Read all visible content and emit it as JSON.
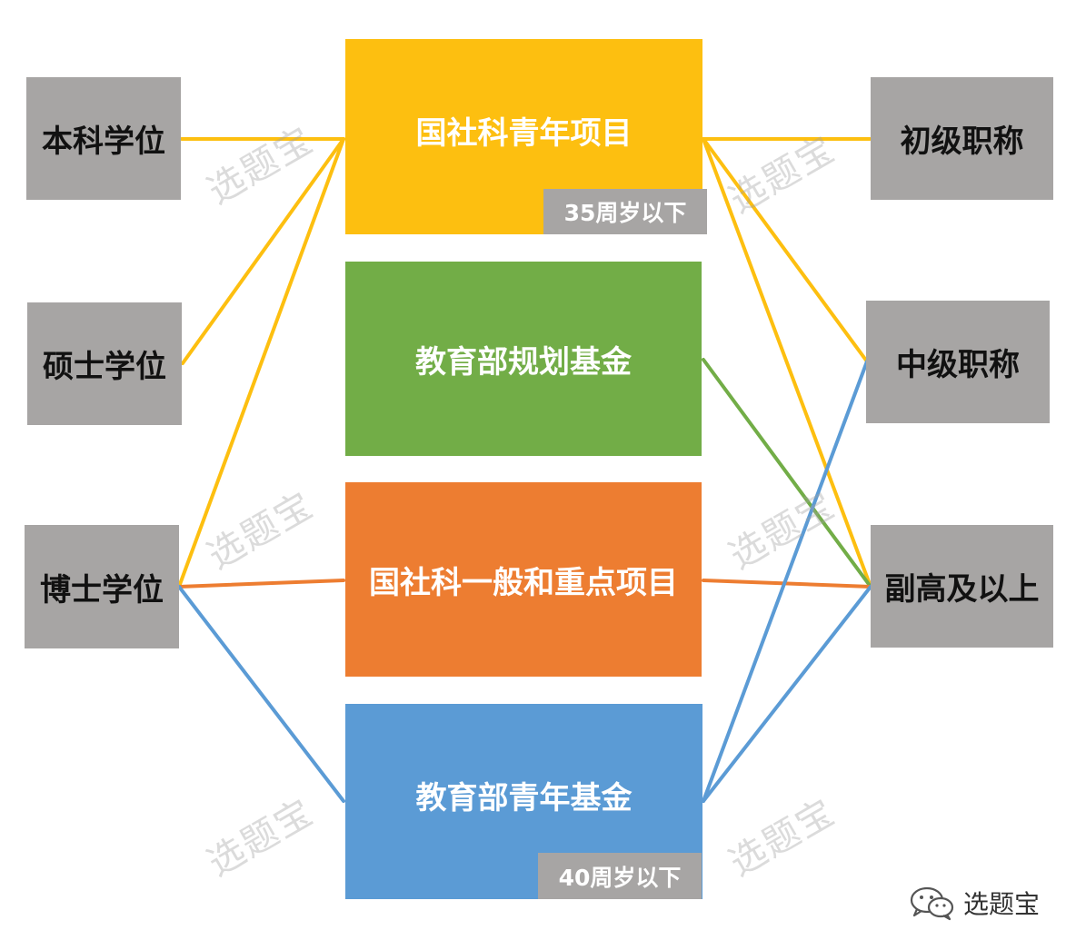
{
  "left": {
    "bachelor": "本科学位",
    "master": "硕士学位",
    "doctor": "博士学位"
  },
  "center": {
    "youth_nssf": {
      "label": "国社科青年项目",
      "tag": "35周岁以下",
      "color": "#fdbf10"
    },
    "moe_plan": {
      "label": "教育部规划基金",
      "color": "#72ad47"
    },
    "nssf_general": {
      "label": "国社科一般和重点项目",
      "color": "#ed7d31"
    },
    "moe_youth": {
      "label": "教育部青年基金",
      "tag": "40周岁以下",
      "color": "#5b9bd5"
    }
  },
  "right": {
    "junior": "初级职称",
    "middle": "中级职称",
    "senior": "副高及以上"
  },
  "watermark": "选题宝",
  "brand": {
    "label": "选题宝",
    "icon": "wechat-icon"
  },
  "links": [
    {
      "from": "bachelor",
      "to": "youth_nssf",
      "color": "#fdbf10"
    },
    {
      "from": "master",
      "to": "youth_nssf",
      "color": "#fdbf10"
    },
    {
      "from": "doctor",
      "to": "youth_nssf",
      "color": "#fdbf10"
    },
    {
      "from": "doctor",
      "to": "nssf_general",
      "color": "#ed7d31"
    },
    {
      "from": "doctor",
      "to": "moe_youth",
      "color": "#5b9bd5"
    },
    {
      "from": "youth_nssf",
      "to": "junior",
      "color": "#fdbf10"
    },
    {
      "from": "youth_nssf",
      "to": "middle",
      "color": "#fdbf10"
    },
    {
      "from": "youth_nssf",
      "to": "senior",
      "color": "#fdbf10"
    },
    {
      "from": "moe_plan",
      "to": "senior",
      "color": "#72ad47"
    },
    {
      "from": "nssf_general",
      "to": "senior",
      "color": "#ed7d31"
    },
    {
      "from": "moe_youth",
      "to": "middle",
      "color": "#5b9bd5"
    },
    {
      "from": "moe_youth",
      "to": "senior",
      "color": "#5b9bd5"
    }
  ]
}
